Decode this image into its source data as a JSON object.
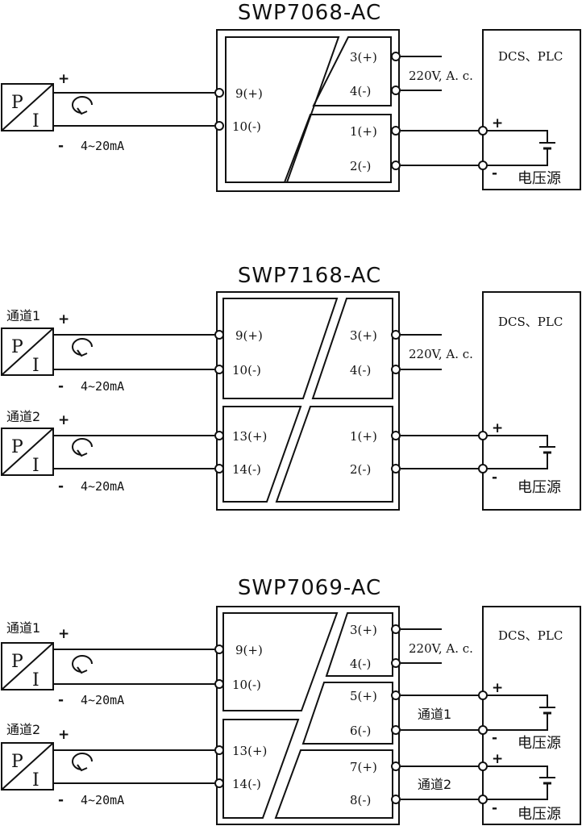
{
  "diagrams": [
    {
      "title": "SWP7068-AC",
      "inputs": [
        {
          "channel": "",
          "symbol_p": "P",
          "symbol_i": "I",
          "plus": "+",
          "minus": "-",
          "signal": "4~20mA"
        }
      ],
      "input_terminals": [
        "9(+)",
        "10(-)",
        "",
        ""
      ],
      "power_terminals": [
        "3(+)",
        "4(-)"
      ],
      "output_terminals": [
        "1(+)",
        "2(-)"
      ],
      "power_label": "220V, A. c.",
      "system_label": "DCS、PLC",
      "output_plus": "+",
      "output_minus": "-",
      "source_label": "电压源",
      "output_channels": []
    },
    {
      "title": "SWP7168-AC",
      "inputs": [
        {
          "channel": "通道1",
          "symbol_p": "P",
          "symbol_i": "I",
          "plus": "+",
          "minus": "-",
          "signal": "4~20mA"
        },
        {
          "channel": "通道2",
          "symbol_p": "P",
          "symbol_i": "I",
          "plus": "+",
          "minus": "-",
          "signal": "4~20mA"
        }
      ],
      "input_terminals": [
        "9(+)",
        "10(-)",
        "13(+)",
        "14(-)"
      ],
      "power_terminals": [
        "3(+)",
        "4(-)"
      ],
      "output_terminals": [
        "1(+)",
        "2(-)"
      ],
      "power_label": "220V, A. c.",
      "system_label": "DCS、PLC",
      "output_plus": "+",
      "output_minus": "-",
      "source_label": "电压源",
      "output_channels": []
    },
    {
      "title": "SWP7069-AC",
      "inputs": [
        {
          "channel": "通道1",
          "symbol_p": "P",
          "symbol_i": "I",
          "plus": "+",
          "minus": "-",
          "signal": "4~20mA"
        },
        {
          "channel": "通道2",
          "symbol_p": "P",
          "symbol_i": "I",
          "plus": "+",
          "minus": "-",
          "signal": "4~20mA"
        }
      ],
      "input_terminals": [
        "9(+)",
        "10(-)",
        "13(+)",
        "14(-)"
      ],
      "power_terminals": [
        "3(+)",
        "4(-)"
      ],
      "output_terminals": [
        "5(+)",
        "6(-)",
        "7(+)",
        "8(-)"
      ],
      "power_label": "220V, A. c.",
      "system_label": "DCS、PLC",
      "output_plus": "+",
      "output_minus": "-",
      "source_label": "电压源",
      "output_channels": [
        "通道1",
        "通道2"
      ]
    }
  ]
}
